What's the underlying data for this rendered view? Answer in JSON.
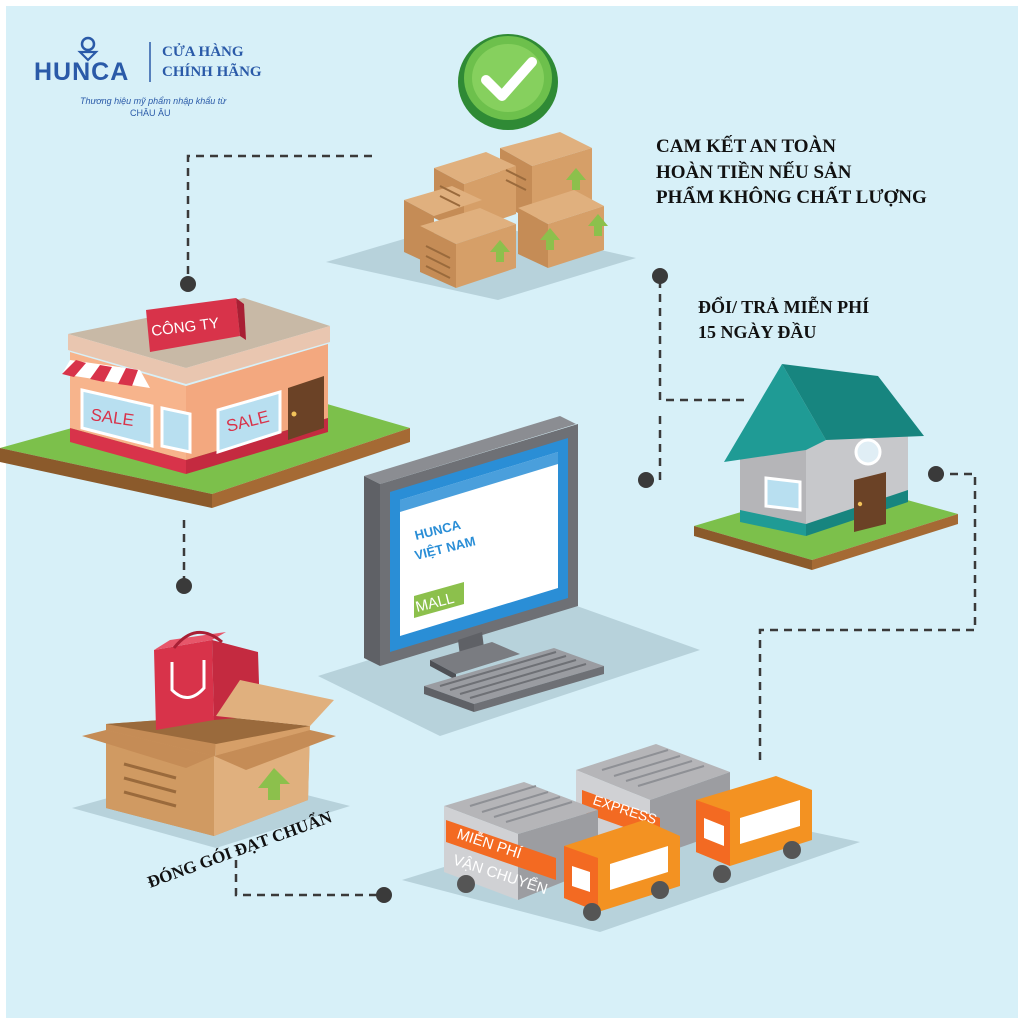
{
  "colors": {
    "background": "#d7f0f8",
    "brand_blue": "#2a5aa8",
    "dots": "#3a3a3a",
    "grass": "#7cc04b",
    "mall_green": "#8cc04c",
    "sale_red": "#d8334a",
    "truck_orange": "#f39222",
    "check_green": "#43a83e"
  },
  "icons": [
    "hunca-logo-icon",
    "checkmark-badge-icon",
    "box-stack-icon",
    "store-icon",
    "house-icon",
    "computer-monitor-icon",
    "keyboard-icon",
    "shopping-bag-icon",
    "open-box-icon",
    "truck-icon"
  ],
  "header": {
    "logo_text": "HUNCA",
    "store_line1": "CỬA HÀNG",
    "store_line2": "CHÍNH HÃNG",
    "tagline_line1": "Thương hiệu mỹ phẩm nhập khẩu từ",
    "tagline_line2": "CHÂU ÂU"
  },
  "features": {
    "guarantee_line1": "CAM KẾT AN TOÀN",
    "guarantee_line2": "HOÀN TIỀN NẾU SẢN",
    "guarantee_line3": "PHẨM KHÔNG CHẤT LƯỢNG",
    "return_line1": "ĐỔI/ TRẢ MIỄN PHÍ",
    "return_line2": "15 NGÀY ĐẦU",
    "packaging": "ĐÓNG GÓI ĐẠT CHUẨN"
  },
  "store": {
    "sign": "CÔNG TY",
    "sale_left": "SALE",
    "sale_right": "SALE"
  },
  "monitor": {
    "line1": "HUNCA",
    "line2": "VIỆT NAM",
    "mall": "MALL"
  },
  "trucks": {
    "express": "EXPRESS",
    "free_line1": "MIỄN PHÍ",
    "free_line2": "VẬN CHUYỂN"
  }
}
